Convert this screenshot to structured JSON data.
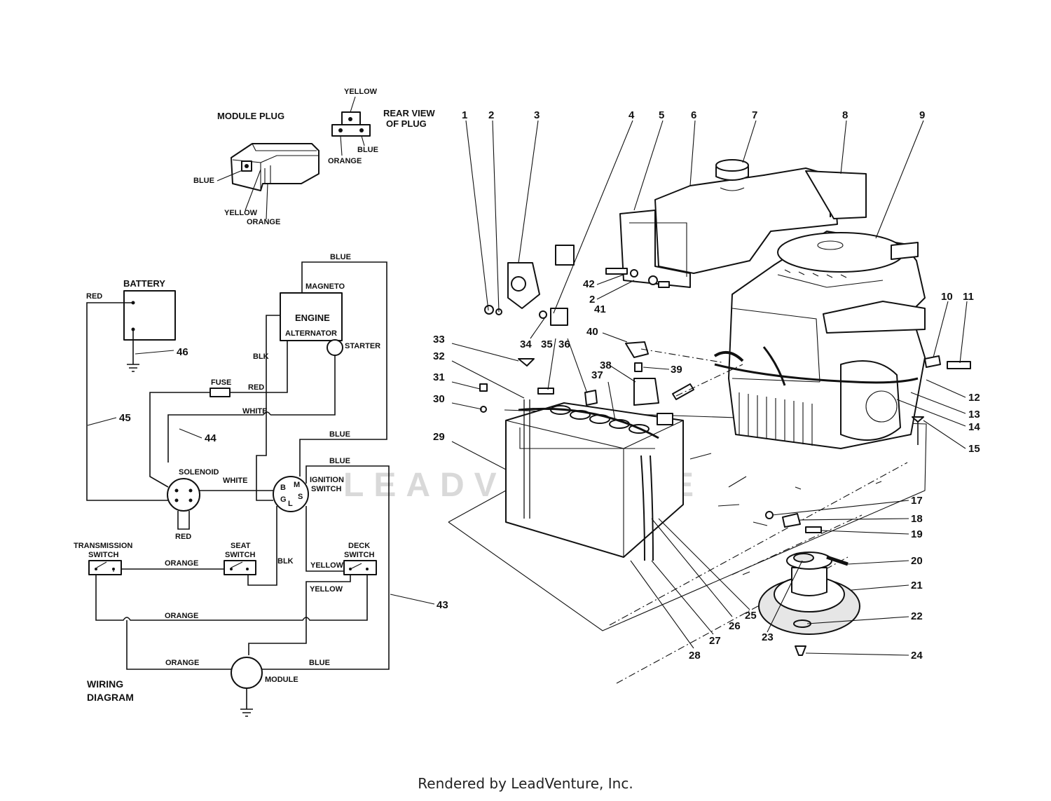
{
  "watermark": "LEADVENTURE",
  "footer": "Rendered by LeadVenture, Inc.",
  "plug": {
    "module_plug_title": "MODULE PLUG",
    "rear_view_title_1": "REAR VIEW",
    "rear_view_title_2": "OF PLUG",
    "rear_yellow": "YELLOW",
    "rear_blue": "BLUE",
    "rear_orange": "ORANGE",
    "mp_blue": "BLUE",
    "mp_yellow": "YELLOW",
    "mp_orange": "ORANGE"
  },
  "wiring": {
    "title_1": "WIRING",
    "title_2": "DIAGRAM",
    "battery": "BATTERY",
    "engine": "ENGINE",
    "magneto": "MAGNETO",
    "alternator": "ALTERNATOR",
    "starter": "STARTER",
    "fuse": "FUSE",
    "solenoid": "SOLENOID",
    "ignition_1": "IGNITION",
    "ignition_2": "SWITCH",
    "transmission_1": "TRANSMISSION",
    "transmission_2": "SWITCH",
    "seat_1": "SEAT",
    "seat_2": "SWITCH",
    "deck_1": "DECK",
    "deck_2": "SWITCH",
    "module": "MODULE",
    "term_b": "B",
    "term_m": "M",
    "term_g": "G",
    "term_l": "L",
    "term_s": "S",
    "wire_red_battery": "RED",
    "wire_blue_top": "BLUE",
    "wire_blk_engine": "BLK",
    "wire_red_fuse": "RED",
    "wire_white_top": "WHITE",
    "wire_blue_ign": "BLUE",
    "wire_blue_ign2": "BLUE",
    "wire_white_sol": "WHITE",
    "wire_red_sol": "RED",
    "wire_orange_trans": "ORANGE",
    "wire_blk_seat": "BLK",
    "wire_yellow_deck": "YELLOW",
    "wire_yellow_deck2": "YELLOW",
    "wire_orange_mid": "ORANGE",
    "wire_orange_mod": "ORANGE",
    "wire_blue_mod": "BLUE",
    "callout_46": "46",
    "callout_45": "45",
    "callout_44": "44",
    "callout_43": "43"
  },
  "callouts": [
    "1",
    "2",
    "3",
    "4",
    "5",
    "6",
    "7",
    "8",
    "9",
    "10",
    "11",
    "12",
    "13",
    "14",
    "15",
    "17",
    "18",
    "19",
    "20",
    "21",
    "22",
    "23",
    "24",
    "25",
    "26",
    "27",
    "28",
    "29",
    "30",
    "31",
    "32",
    "33",
    "34",
    "35",
    "36",
    "37",
    "38",
    "39",
    "40",
    "41",
    "42",
    "2"
  ]
}
